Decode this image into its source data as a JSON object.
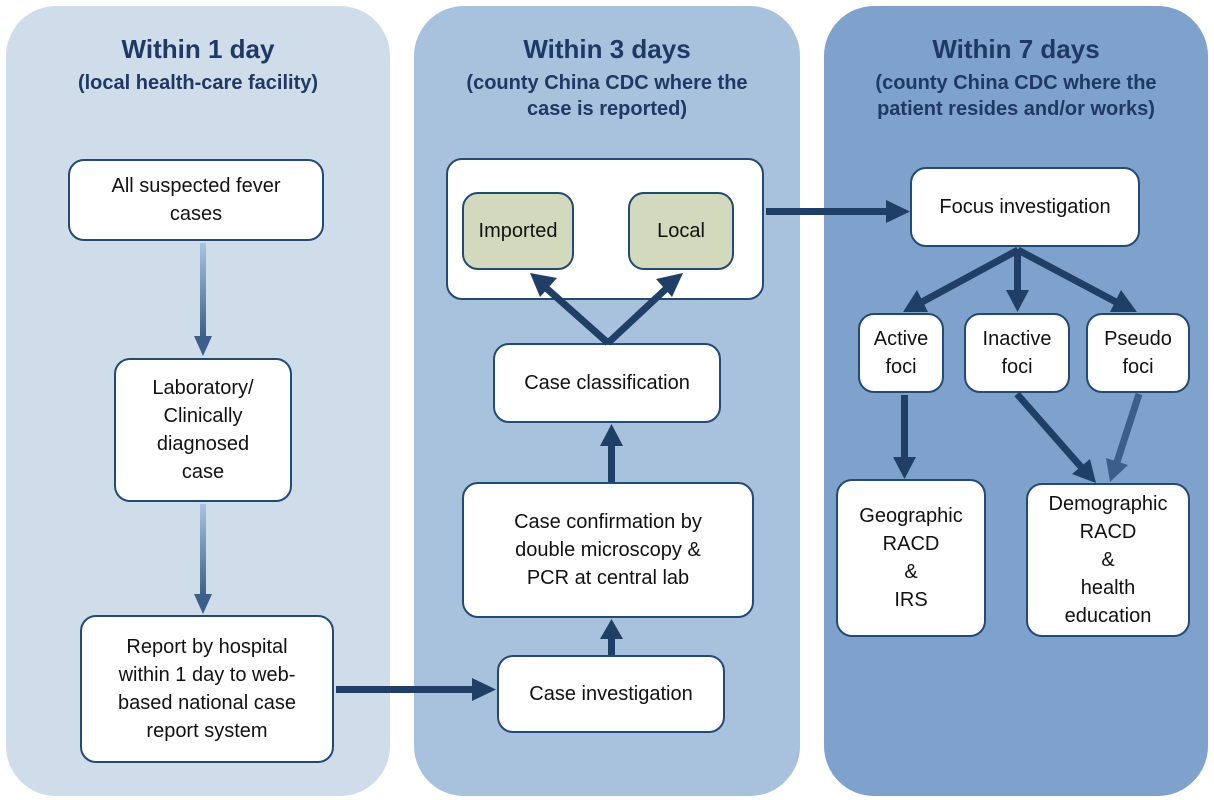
{
  "colors": {
    "panel1": "#cfdcea",
    "panel2": "#a8c1dc",
    "panel3": "#7ea2cc",
    "title": "#1f3864",
    "box_border": "#244a74",
    "arrow": "#1f3f66",
    "green_box": "#d3d9bc"
  },
  "panels": [
    {
      "title": "Within 1 day",
      "subtitle": "(local health-care facility)"
    },
    {
      "title": "Within 3 days",
      "subtitle": "(county China CDC where the\ncase is reported)"
    },
    {
      "title": "Within 7 days",
      "subtitle": "(county China CDC where the\npatient resides and/or works)"
    }
  ],
  "nodes": {
    "suspected": "All suspected  fever\ncases",
    "diagnosed": "Laboratory/\nClinically\ndiagnosed\ncase",
    "report": "Report by hospital\nwithin 1 day to web-\nbased national case\nreport system",
    "investigation": "Case investigation",
    "confirmation": "Case confirmation by\ndouble microscopy &\nPCR at central lab",
    "classification": "Case classification",
    "imported": "Imported",
    "local": "Local",
    "focus": "Focus investigation",
    "active": "Active\nfoci",
    "inactive": "Inactive\nfoci",
    "pseudo": "Pseudo\nfoci",
    "geographic": "Geographic\nRACD\n&\nIRS",
    "demographic": "Demographic\nRACD\n&\nhealth\neducation"
  }
}
